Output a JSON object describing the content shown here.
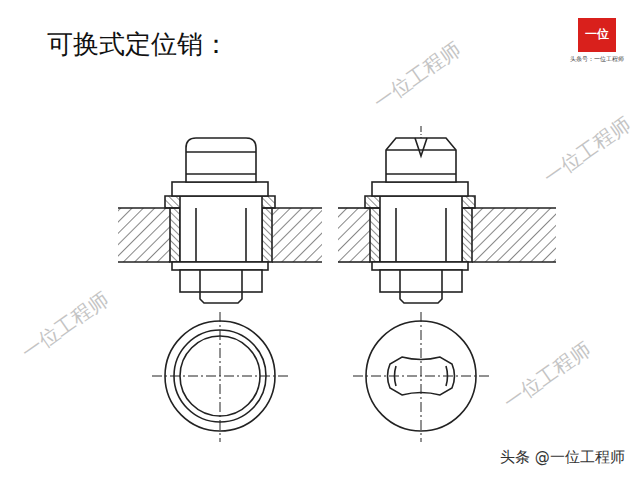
{
  "diagram": {
    "title": "可换式定位销：",
    "labels": [
      "一位",
      "头条号：一位工程师",
      "一位工程师",
      "一位工程师",
      "一位工程师",
      "一位工程师",
      "头条 @一位工程师"
    ]
  }
}
